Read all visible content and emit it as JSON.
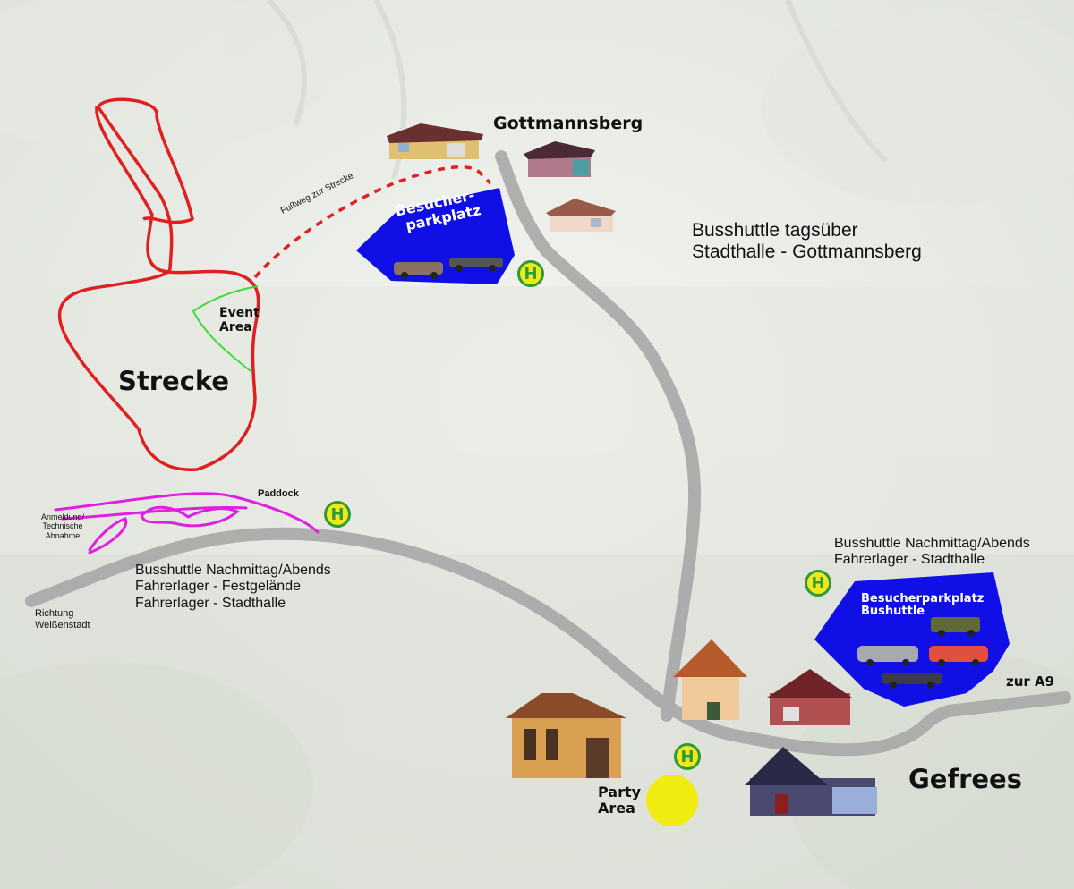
{
  "labels": {
    "strecke": "Strecke",
    "event_area": [
      "Event",
      "Area"
    ],
    "footpath": "Fußweg zur Strecke",
    "visitor_parking_north": [
      "Besucher-",
      "parkplatz"
    ],
    "gottmannsberg": "Gottmannsberg",
    "shuttle_day": [
      "Busshuttle tagsüber",
      "Stadthalle - Gottmannsberg"
    ],
    "paddock": "Paddock",
    "registration": [
      "Anmeldung/",
      "Technische",
      "Abnahme"
    ],
    "shuttle_afternoon_west": [
      "Busshuttle Nachmittag/Abends",
      "Fahrerlager - Festgelände",
      "Fahrerlager - Stadthalle"
    ],
    "direction_weissenstadt": [
      "Richtung",
      "Weißenstadt"
    ],
    "shuttle_afternoon_east": [
      "Busshuttle Nachmittag/Abends",
      "Fahrerlager - Stadthalle"
    ],
    "visitor_parking_east": [
      "Besucherparkplatz",
      "Bushuttle"
    ],
    "to_a9": "zur A9",
    "party_area": [
      "Party",
      "Area"
    ],
    "gefrees": "Gefrees",
    "bus_stop_letter": "H"
  },
  "colors": {
    "track": "#e02020",
    "event_area": "#3ddc3d",
    "paddock": "#e020e0",
    "road": "#a7a7a7",
    "parking": "#1010e6",
    "party": "#f0ec10",
    "bus_stop_fill": "#f2e81a",
    "bus_stop_ring": "#2f9a3a"
  },
  "icons": [
    "bus-stop-icon",
    "house-icon",
    "car-icon",
    "church-icon"
  ]
}
